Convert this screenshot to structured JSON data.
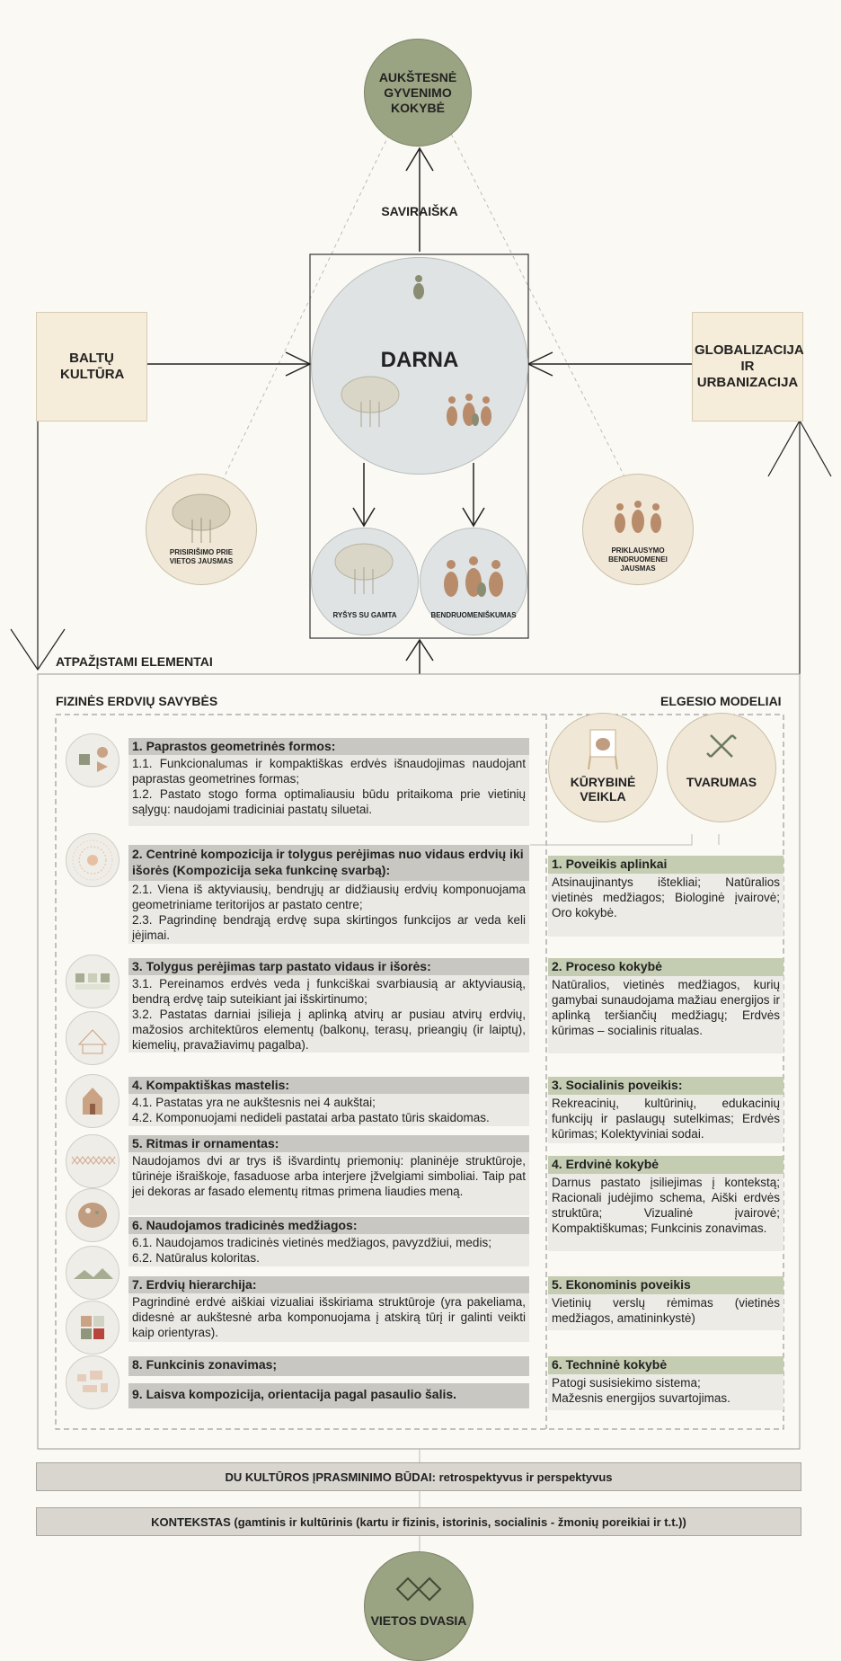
{
  "top_node": {
    "label": "AUKŠTESNĖ GYVENIMO KOKYBĖ"
  },
  "self_expression": "SAVIRAIŠKA",
  "center": {
    "label": "DARNA"
  },
  "left_box": {
    "label": "BALTŲ KULTŪRA"
  },
  "right_box": {
    "label": "GLOBALIZACIJA IR URBANIZACIJA"
  },
  "left_circle": {
    "label": "PRISIRIŠIMO PRIE VIETOS JAUSMAS"
  },
  "right_circle": {
    "label": "PRIKLAUSYMO BENDRUOMENEI JAUSMAS"
  },
  "sub_circles": [
    {
      "label": "RYŠYS SU GAMTA"
    },
    {
      "label": "BENDRUOMENIŠKUMAS"
    }
  ],
  "recognizable_elements": "ATPAŽĮSTAMI ELEMENTAI",
  "physical_title": "FIZINĖS ERDVIŲ SAVYBĖS",
  "behavior_title": "ELGESIO MODELIAI",
  "behavior_circles": [
    {
      "label": "KŪRYBINĖ VEIKLA"
    },
    {
      "label": "TVARUMAS"
    }
  ],
  "items": [
    {
      "head": "1. Paprastos geometrinės formos:",
      "body": "1.1.    Funkcionalumas ir kompaktiškas erdvės išnaudojimas naudojant paprastas geometrines formas;\n1.2. Pastato stogo forma optimaliausiu būdu pritaikoma prie vietinių sąlygų: naudojami tradiciniai pastatų siluetai."
    },
    {
      "head": "2. Centrinė kompozicija ir tolygus perėjimas nuo vidaus erdvių iki išorės (Kompozicija seka funkcinę svarbą):",
      "body": "2.1. Viena iš aktyviausių, bendrųjų ar didžiausių erdvių komponuojama geometriniame teritorijos ar pastato centre;\n2.3. Pagrindinę bendrąją erdvę supa skirtingos funkcijos ar veda keli įėjimai."
    },
    {
      "head": "3. Tolygus perėjimas tarp pastato vidaus ir išorės:",
      "body": "3.1. Pereinamos erdvės veda į funkciškai svarbiausią ar aktyviausią, bendrą erdvę taip suteikiant jai išskirtinumo;\n3.2. Pastatas darniai įsilieja į aplinką atvirų ar pusiau atvirų erdvių, mažosios architektūros elementų (balkonų, terasų, prieangių (ir laiptų), kiemelių, pravažiavimų pagalba)."
    },
    {
      "head": "4. Kompaktiškas mastelis:",
      "body": "4.1.    Pastatas yra ne aukštesnis nei 4 aukštai;\n4.2. Komponuojami nedideli pastatai arba pastato tūris skaidomas."
    },
    {
      "head": "5. Ritmas ir ornamentas:",
      "body": "Naudojamos dvi ar trys iš išvardintų priemonių: planinėje struktūroje, tūrinėje išraiškoje, fasaduose arba interjere įžvelgiami simboliai. Taip pat jei dekoras ar fasado elementų ritmas primena liaudies meną."
    },
    {
      "head": "6. Naudojamos tradicinės medžiagos:",
      "body": "6.1. Naudojamos tradicinės vietinės medžiagos, pavyzdžiui, medis;\n6.2. Natūralus koloritas."
    },
    {
      "head": "7. Erdvių hierarchija:",
      "body": "Pagrindinė erdvė aiškiai vizualiai išskiriama struktūroje (yra pakeliama, didesnė ar aukštesnė arba komponuojama į atskirą tūrį ir galinti veikti kaip orientyras)."
    },
    {
      "head": "8. Funkcinis zonavimas;",
      "body": ""
    },
    {
      "head": "9. Laisva kompozicija, orientacija pagal pasaulio šalis.",
      "body": ""
    }
  ],
  "right_items": [
    {
      "head": "1. Poveikis aplinkai",
      "body": "Atsinaujinantys ištekliai; Natūralios vietinės medžiagos; Biologinė įvairovė; Oro kokybė."
    },
    {
      "head": "2. Proceso kokybė",
      "body": "Natūralios, vietinės medžiagos, kurių gamybai sunaudojama mažiau energijos ir aplinką teršiančių medžiagų; Erdvės kūrimas – socialinis ritualas."
    },
    {
      "head": "3. Socialinis poveikis:",
      "body": "Rekreacinių, kultūrinių, edukacinių funkcijų ir paslaugų sutelkimas; Erdvės kūrimas; Kolektyviniai sodai."
    },
    {
      "head": "4. Erdvinė kokybė",
      "body": "Darnus pastato įsiliejimas į kontekstą; Racionali judėjimo schema, Aiški erdvės struktūra; Vizualinė įvairovė; Kompaktiškumas; Funkcinis zonavimas."
    },
    {
      "head": "5. Ekonominis poveikis",
      "body": "Vietinių verslų rėmimas (vietinės medžiagos, amatininkystė)"
    },
    {
      "head": "6. Techninė kokybė",
      "body": "Patogi susisiekimo sistema;\nMažesnis energijos suvartojimas."
    }
  ],
  "band1": "DU KULTŪROS ĮPRASMINIMO BŪDAI: retrospektyvus ir perspektyvus",
  "band2": "KONTEKSTAS (gamtinis ir kultūrinis (kartu ir fizinis, istorinis, socialinis - žmonių poreikiai ir t.t.))",
  "bottom_node": {
    "label": "VIETOS DVASIA"
  }
}
